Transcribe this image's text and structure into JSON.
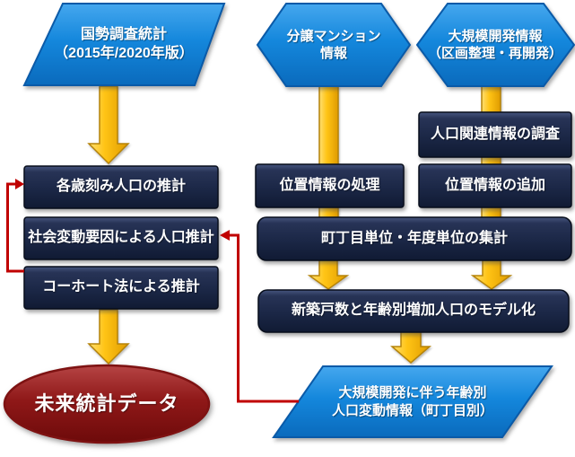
{
  "diagram": {
    "type": "flowchart",
    "nodes": {
      "census": {
        "label": "国勢調査統計\n（2015年/2020年版）",
        "shape": "parallelogram"
      },
      "condo_info": {
        "label": "分譲マンション\n情報",
        "shape": "hexagon"
      },
      "large_dev_info": {
        "label": "大規模開発情報\n（区画整理・再開発）",
        "shape": "hexagon"
      },
      "age_estimation": {
        "label": "各歳刻み人口の推計",
        "shape": "box"
      },
      "social_factor_estimation": {
        "label": "社会変動要因による人口推計",
        "shape": "box"
      },
      "cohort_estimation": {
        "label": "コーホート法による推計",
        "shape": "box"
      },
      "pop_related_survey": {
        "label": "人口関連情報の調査",
        "shape": "box"
      },
      "location_processing": {
        "label": "位置情報の処理",
        "shape": "box"
      },
      "location_addition": {
        "label": "位置情報の追加",
        "shape": "box"
      },
      "aggregation": {
        "label": "町丁目単位・年度単位の集計",
        "shape": "rounded-box"
      },
      "modeling": {
        "label": "新築戸数と年齢別増加人口のモデル化",
        "shape": "rounded-box"
      },
      "future_stats": {
        "label": "未来統計データ",
        "shape": "ellipse"
      },
      "dev_population_change": {
        "label": "大規模開発に伴う年齢別\n人口変動情報（町丁目別）",
        "shape": "parallelogram"
      }
    },
    "edges": [
      "census → age_estimation",
      "condo_info → aggregation",
      "large_dev_info → pop_related_survey → location_addition → aggregation",
      "aggregation → modeling",
      "modeling → dev_population_change",
      "cohort_estimation → age_estimation (red feedback)",
      "dev_population_change → social_factor_estimation (red feedback)",
      "cohort_estimation → future_stats"
    ],
    "colors": {
      "shape_blue": "#1487DC",
      "shape_blue_border": "#0A5AA8",
      "box_navy": "#1B2746",
      "box_navy_border": "#070D1B",
      "arrow_gold": "#FFC415",
      "arrow_gold_border": "#B5830A",
      "connector_red": "#C00000",
      "ellipse_red": "#8F1818",
      "text": "#FFFFFF",
      "background": "#FFFFFF"
    }
  }
}
